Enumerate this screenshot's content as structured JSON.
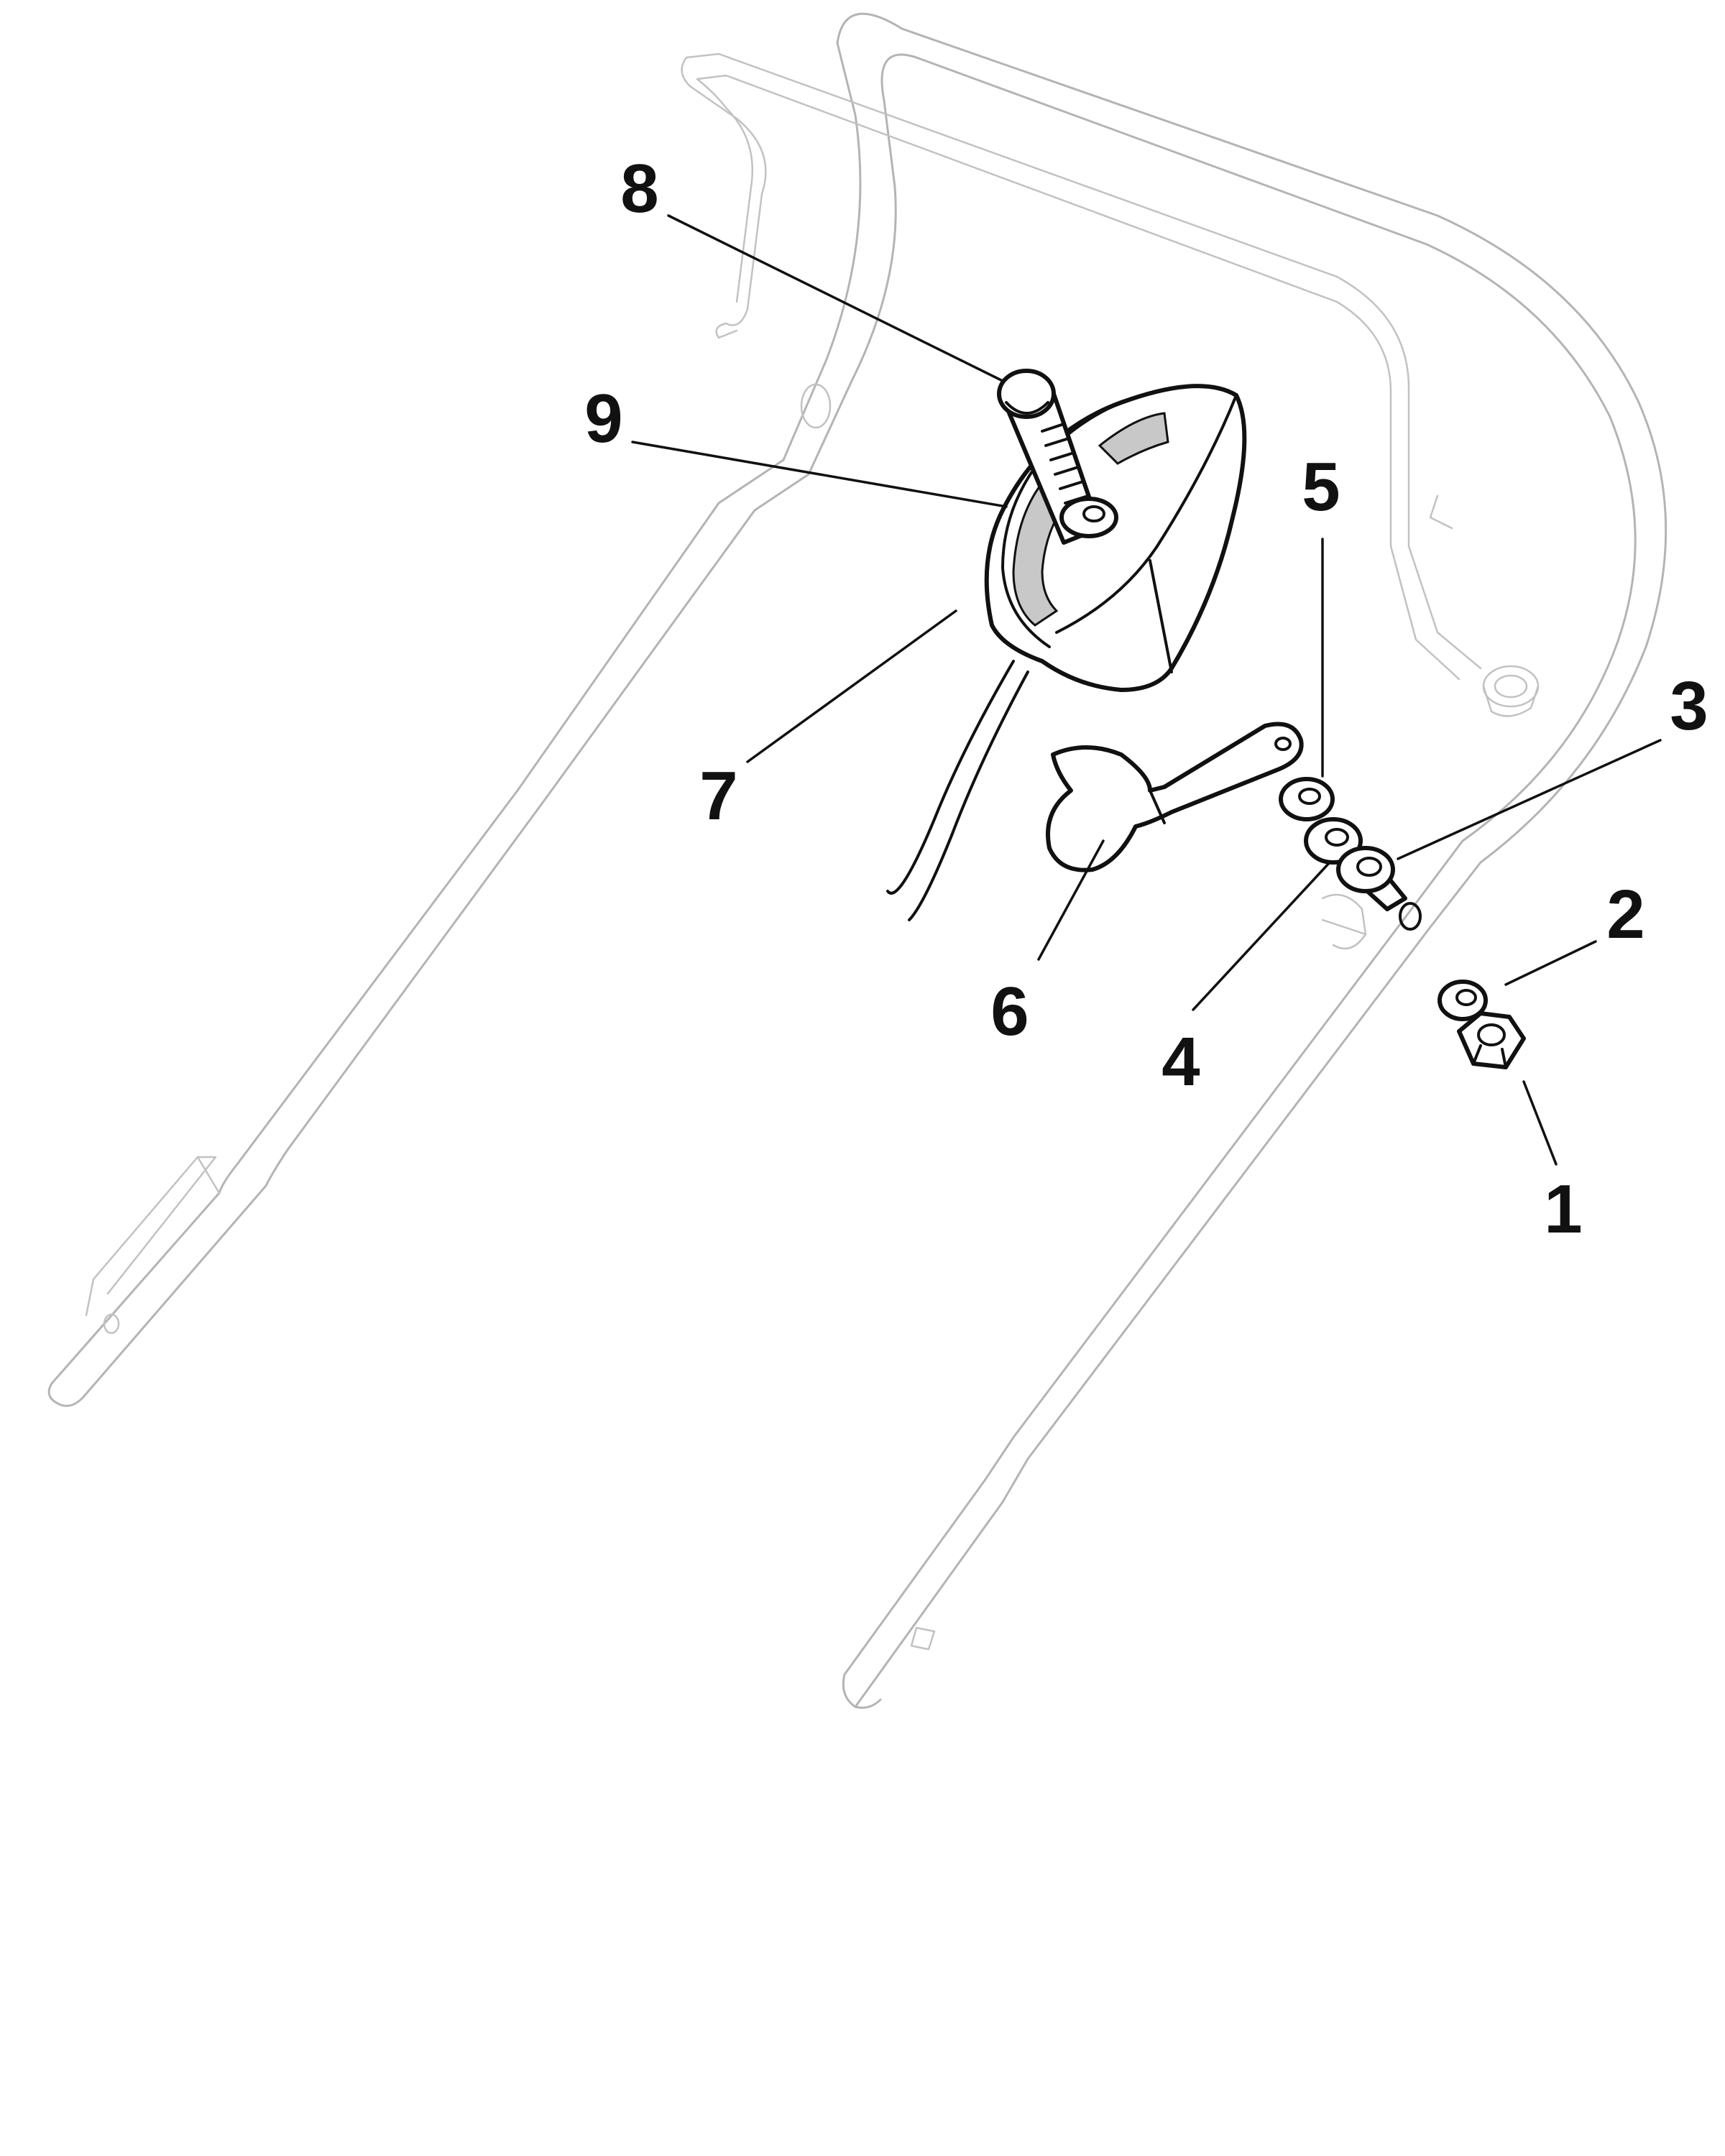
{
  "callouts": [
    {
      "id": "1",
      "label": "1"
    },
    {
      "id": "2",
      "label": "2"
    },
    {
      "id": "3",
      "label": "3"
    },
    {
      "id": "4",
      "label": "4"
    },
    {
      "id": "5",
      "label": "5"
    },
    {
      "id": "6",
      "label": "6"
    },
    {
      "id": "7",
      "label": "7"
    },
    {
      "id": "8",
      "label": "8"
    },
    {
      "id": "9",
      "label": "9"
    }
  ],
  "colors": {
    "ink": "#111111",
    "ghost_outline": "#b4b4b4",
    "label_gray": "#c8c8c8",
    "background": "#ffffff"
  }
}
